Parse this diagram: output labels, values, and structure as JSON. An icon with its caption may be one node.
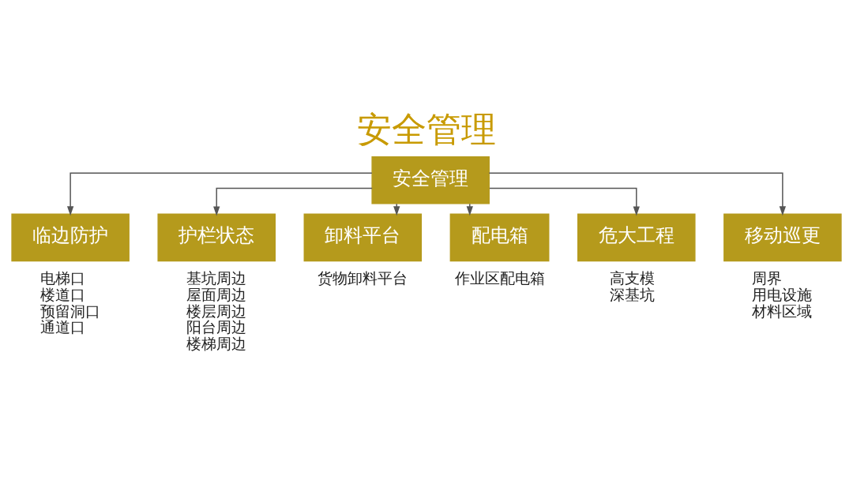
{
  "diagram": {
    "title": "安全管理",
    "nodes": [
      {
        "text": [
          "安全管理"
        ]
      },
      {
        "text": [
          "临边防护"
        ],
        "beside": [
          "电梯口",
          "楼道口",
          "预留洞口",
          "通道口"
        ]
      },
      {
        "text": [
          "护栏状态"
        ],
        "beside": [
          "基坑周边",
          "屋面周边",
          "楼层周边",
          "阳台周边",
          "楼梯周边"
        ]
      },
      {
        "text": [
          "卸料平台"
        ],
        "beside": [
          "货物卸料平台"
        ]
      },
      {
        "text": [
          "配电箱"
        ],
        "beside": [
          "作业区配电箱"
        ]
      },
      {
        "text": [
          "危大工程"
        ],
        "beside": [
          "高支模",
          "深基坑"
        ]
      },
      {
        "text": [
          "移动巡更"
        ],
        "beside": [
          "周界",
          "用电设施",
          "材料区域"
        ]
      }
    ],
    "edges": [
      {
        "from": 0,
        "to": 1,
        "arrow": "to"
      },
      {
        "from": 0,
        "to": 2,
        "arrow": "to"
      },
      {
        "from": 0,
        "to": 3,
        "arrow": "to"
      },
      {
        "from": 0,
        "to": 4,
        "arrow": "to"
      },
      {
        "from": 0,
        "to": 5,
        "arrow": "to"
      },
      {
        "from": 0,
        "to": 6,
        "arrow": "to"
      }
    ]
  }
}
